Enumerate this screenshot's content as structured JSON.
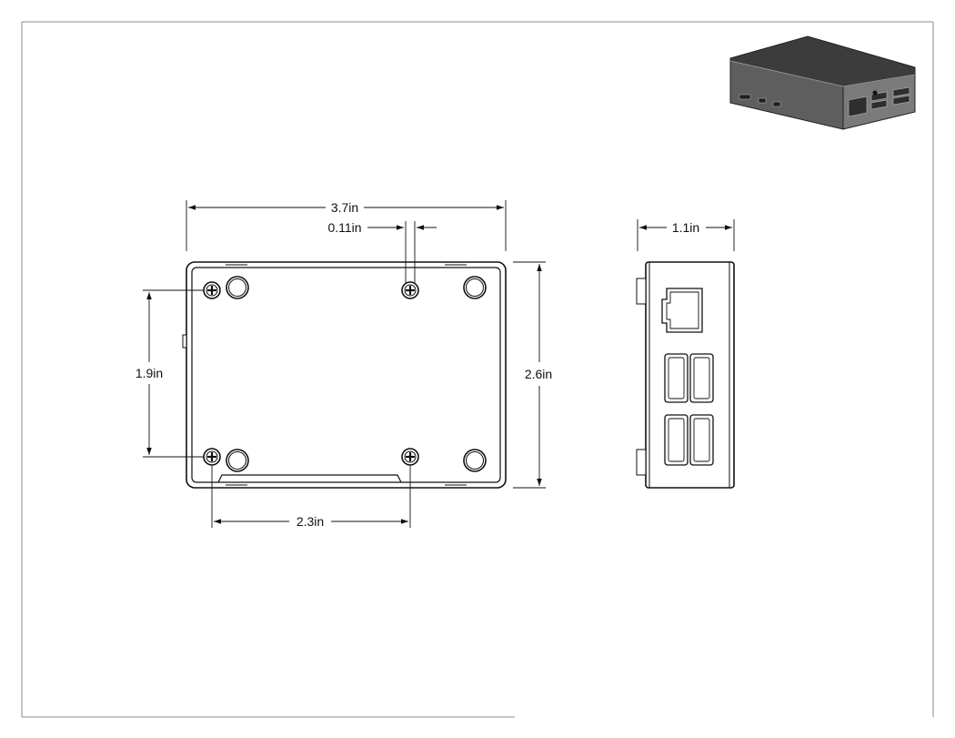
{
  "colors": {
    "line": "#111111",
    "frame": "#888888",
    "case_dark": "#2a2a2a",
    "case_top": "#3a3a3a",
    "case_front": "#5a5a5a",
    "case_side": "#777777"
  },
  "dimensions": {
    "overall_width": "3.7in",
    "hole_offset": "0.11in",
    "overall_height": "2.6in",
    "hole_spacing_vertical": "1.9in",
    "hole_spacing_horizontal": "2.3in",
    "side_depth": "1.1in"
  },
  "icons": {
    "screw": "phillips-screw-icon",
    "iso_view": "case-isometric-icon"
  }
}
